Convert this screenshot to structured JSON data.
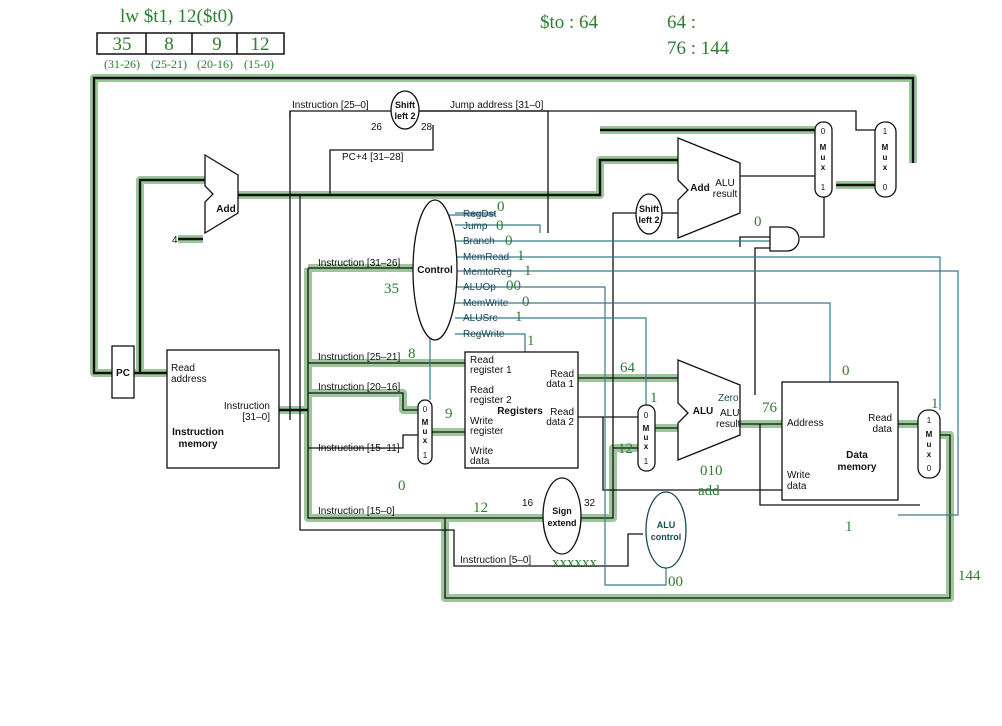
{
  "header": {
    "instruction": "lw $t1, 12($t0)",
    "fields": [
      "35",
      "8",
      "9",
      "12"
    ],
    "field_bits": [
      "(31-26)",
      "(25-21)",
      "(20-16)",
      "(15-0)"
    ],
    "reg_note": "$to : 64",
    "mem_note_1": "64 :",
    "mem_note_2": "76 : 144"
  },
  "blocks": {
    "pc": "PC",
    "add": "Add",
    "add_alu_1": "Add",
    "add_alu_2a": "ALU",
    "add_alu_2b": "result",
    "shift_top_1": "Shift",
    "shift_top_2": "left 2",
    "shift_mid_1": "Shift",
    "shift_mid_2": "left 2",
    "control": "Control",
    "instr_mem_1": "Instruction",
    "instr_mem_2": "memory",
    "read_address_1": "Read",
    "read_address_2": "address",
    "instr_out_1": "Instruction",
    "instr_out_2": "[31–0]",
    "registers": "Registers",
    "read_reg1_a": "Read",
    "read_reg1_b": "register 1",
    "read_reg2_a": "Read",
    "read_reg2_b": "register 2",
    "write_reg_a": "Write",
    "write_reg_b": "register",
    "write_data_a": "Write",
    "write_data_b": "data",
    "read_data1_a": "Read",
    "read_data1_b": "data 1",
    "read_data2_a": "Read",
    "read_data2_b": "data 2",
    "sign_1": "Sign",
    "sign_2": "extend",
    "alu": "ALU",
    "zero": "Zero",
    "alu_result_a": "ALU",
    "alu_result_b": "result",
    "alu_control_1": "ALU",
    "alu_control_2": "control",
    "dm_address": "Address",
    "dm_read_a": "Read",
    "dm_read_b": "data",
    "dm_write_a": "Write",
    "dm_write_b": "data",
    "dm_1": "Data",
    "dm_2": "memory",
    "mux": [
      "M",
      "u",
      "x"
    ],
    "mux_in0": "0",
    "mux_in1": "1"
  },
  "wire_labels": {
    "instr_25_0": "Instruction [25–0]",
    "jump_address": "Jump address [31–0]",
    "pc4": "PC+4 [31–28]",
    "instr_31_26": "Instruction [31–26]",
    "instr_25_21": "Instruction [25–21]",
    "instr_20_16": "Instruction [20–16]",
    "instr_15_11": "Instruction [15–11]",
    "instr_15_0": "Instruction [15–0]",
    "instr_5_0": "Instruction [5–0]",
    "four": "4",
    "bits_26": "26",
    "bits_28": "28",
    "bits_16": "16",
    "bits_32": "32"
  },
  "control_signals": [
    {
      "name": "RegDst",
      "value": "0"
    },
    {
      "name": "Jump",
      "value": "0"
    },
    {
      "name": "Branch",
      "value": "0"
    },
    {
      "name": "MemRead",
      "value": "1"
    },
    {
      "name": "MemtoReg",
      "value": "1"
    },
    {
      "name": "ALUOp",
      "value": "00"
    },
    {
      "name": "MemWrite",
      "value": "0"
    },
    {
      "name": "ALUSrc",
      "value": "1"
    },
    {
      "name": "RegWrite",
      "value": "1"
    }
  ],
  "annotations": {
    "opcode": "35",
    "rs": "8",
    "rt": "9",
    "imm": "12",
    "read_data1": "64",
    "regdst_mux": "0",
    "alusrc_in": "12",
    "alusrc_sel": "1",
    "and_out": "0",
    "alu_ctrl": "010",
    "alu_op_name": "add",
    "alu_result": "76",
    "zero_out": "0",
    "memtoreg_sel": "1",
    "memread_val": "1",
    "funct": "xxxxxx",
    "aluop_in": "00",
    "writeback": "144"
  }
}
